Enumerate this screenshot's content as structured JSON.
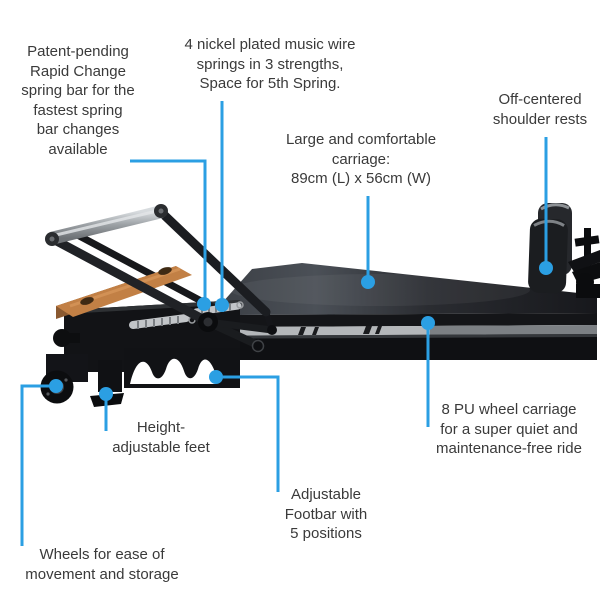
{
  "diagram": {
    "accent_color": "#2B9FE3",
    "text_color": "#3A3A3A",
    "background_color": "#FFFFFF",
    "machine_colors": {
      "frame": "#121316",
      "carriage_pad": "#2E3136",
      "rail": "#B4B7BA",
      "wood_platform": "#C28045",
      "footbar_silver": "#9BA0A4"
    },
    "callouts": [
      {
        "id": "spring-bar",
        "label": "Patent-pending\nRapid Change\nspring bar for the\nfastest spring\nbar changes\navailable"
      },
      {
        "id": "springs",
        "label": "4 nickel plated music wire\nsprings in 3 strengths,\nSpace for 5th Spring."
      },
      {
        "id": "shoulder-rests",
        "label": "Off-centered\nshoulder rests"
      },
      {
        "id": "carriage",
        "label": "Large and comfortable\ncarriage:\n89cm (L) x 56cm (W)"
      },
      {
        "id": "wheel-carriage",
        "label": "8 PU wheel carriage\nfor a super quiet and\nmaintenance-free ride"
      },
      {
        "id": "feet",
        "label": "Height-\nadjustable feet"
      },
      {
        "id": "footbar",
        "label": "Adjustable\nFootbar with\n5 positions"
      },
      {
        "id": "wheels",
        "label": "Wheels for ease of\nmovement and storage"
      }
    ]
  }
}
